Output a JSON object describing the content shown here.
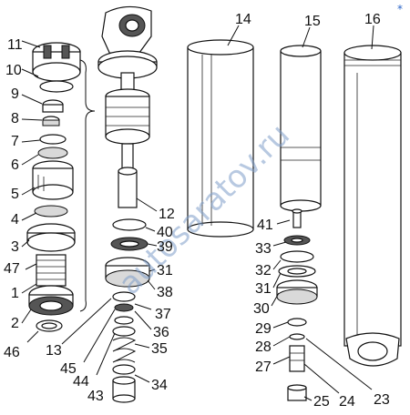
{
  "watermark": "autosaratov.ru",
  "logo_mark": "*",
  "callouts": [
    "1",
    "2",
    "3",
    "4",
    "5",
    "6",
    "7",
    "8",
    "9",
    "10",
    "11",
    "12",
    "13",
    "14",
    "15",
    "16",
    "23",
    "24",
    "25",
    "27",
    "28",
    "29",
    "30",
    "31",
    "32",
    "33",
    "34",
    "35",
    "36",
    "37",
    "38",
    "39",
    "40",
    "41",
    "43",
    "44",
    "45",
    "46",
    "47"
  ]
}
